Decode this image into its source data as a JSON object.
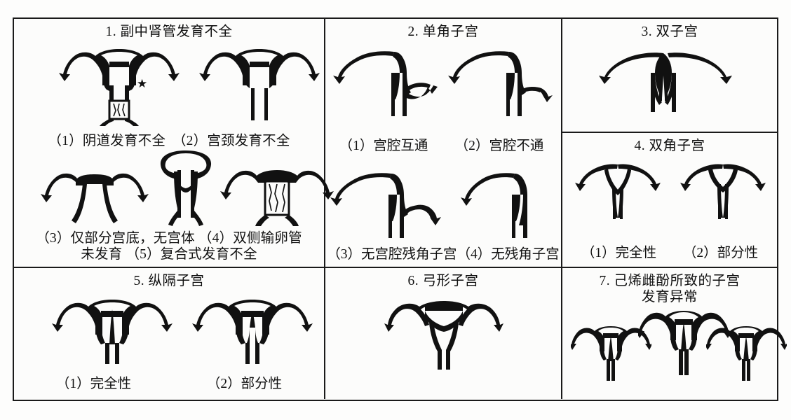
{
  "figure": {
    "style": {
      "ink": "#111111",
      "paper": "#fcfcfb",
      "border": "#1a1a1a"
    },
    "panels": [
      {
        "id": "panel-1",
        "number": "1.",
        "title": "1. 副中肾管发育不全",
        "subfigures": [
          {
            "key": "1-1",
            "label": "（1）阴道发育不全",
            "marker": "★"
          },
          {
            "key": "1-2",
            "label": "（2）宫颈发育不全"
          },
          {
            "key": "1-3",
            "label": "（3）仅部分宫底，无宫体"
          },
          {
            "key": "1-4",
            "label": "（4）双侧输卵管未发育"
          },
          {
            "key": "1-5",
            "label": "（5）复合式发育不全"
          }
        ],
        "caption_line_1": "（1）阴道发育不全　（2）宫颈发育不全",
        "caption_line_2": "（3）仅部分宫底，无宫体 （4）双侧输卵管",
        "caption_line_3": "未发育 （5）复合式发育不全"
      },
      {
        "id": "panel-2",
        "number": "2.",
        "title": "2. 单角子宫",
        "subfigures": [
          {
            "key": "2-1",
            "label": "（1）宫腔互通"
          },
          {
            "key": "2-2",
            "label": "（2）宫腔不通"
          },
          {
            "key": "2-3",
            "label": "（3）无宫腔残角子宫"
          },
          {
            "key": "2-4",
            "label": "（4）无残角子宫"
          }
        ],
        "caption_line_1_left": "（1）宫腔互通",
        "caption_line_1_right": "（2）宫腔不通",
        "caption_line_2_left": "（3）无宫腔残角子宫",
        "caption_line_2_right": "（4）无残角子宫"
      },
      {
        "id": "panel-3",
        "number": "3.",
        "title": "3. 双子宫",
        "subfigures": [
          {
            "key": "3-1",
            "label": ""
          }
        ]
      },
      {
        "id": "panel-4",
        "number": "4.",
        "title": "4. 双角子宫",
        "subfigures": [
          {
            "key": "4-1",
            "label": "（1）完全性"
          },
          {
            "key": "4-2",
            "label": "（2）部分性"
          }
        ],
        "caption_left": "（1）完全性",
        "caption_right": "（2）部分性"
      },
      {
        "id": "panel-5",
        "number": "5.",
        "title": "5. 纵隔子宫",
        "subfigures": [
          {
            "key": "5-1",
            "label": "（1）完全性"
          },
          {
            "key": "5-2",
            "label": "（2）部分性"
          }
        ],
        "caption_left": "（1）完全性",
        "caption_right": "（2）部分性"
      },
      {
        "id": "panel-6",
        "number": "6.",
        "title": "6. 弓形子宫",
        "subfigures": [
          {
            "key": "6-1",
            "label": ""
          }
        ]
      },
      {
        "id": "panel-7",
        "number": "7.",
        "title": "7. 己烯雌酚所致的子宫\n发育异常",
        "subfigures": [
          {
            "key": "7-1",
            "label": ""
          },
          {
            "key": "7-2",
            "label": ""
          },
          {
            "key": "7-3",
            "label": ""
          }
        ]
      }
    ]
  }
}
